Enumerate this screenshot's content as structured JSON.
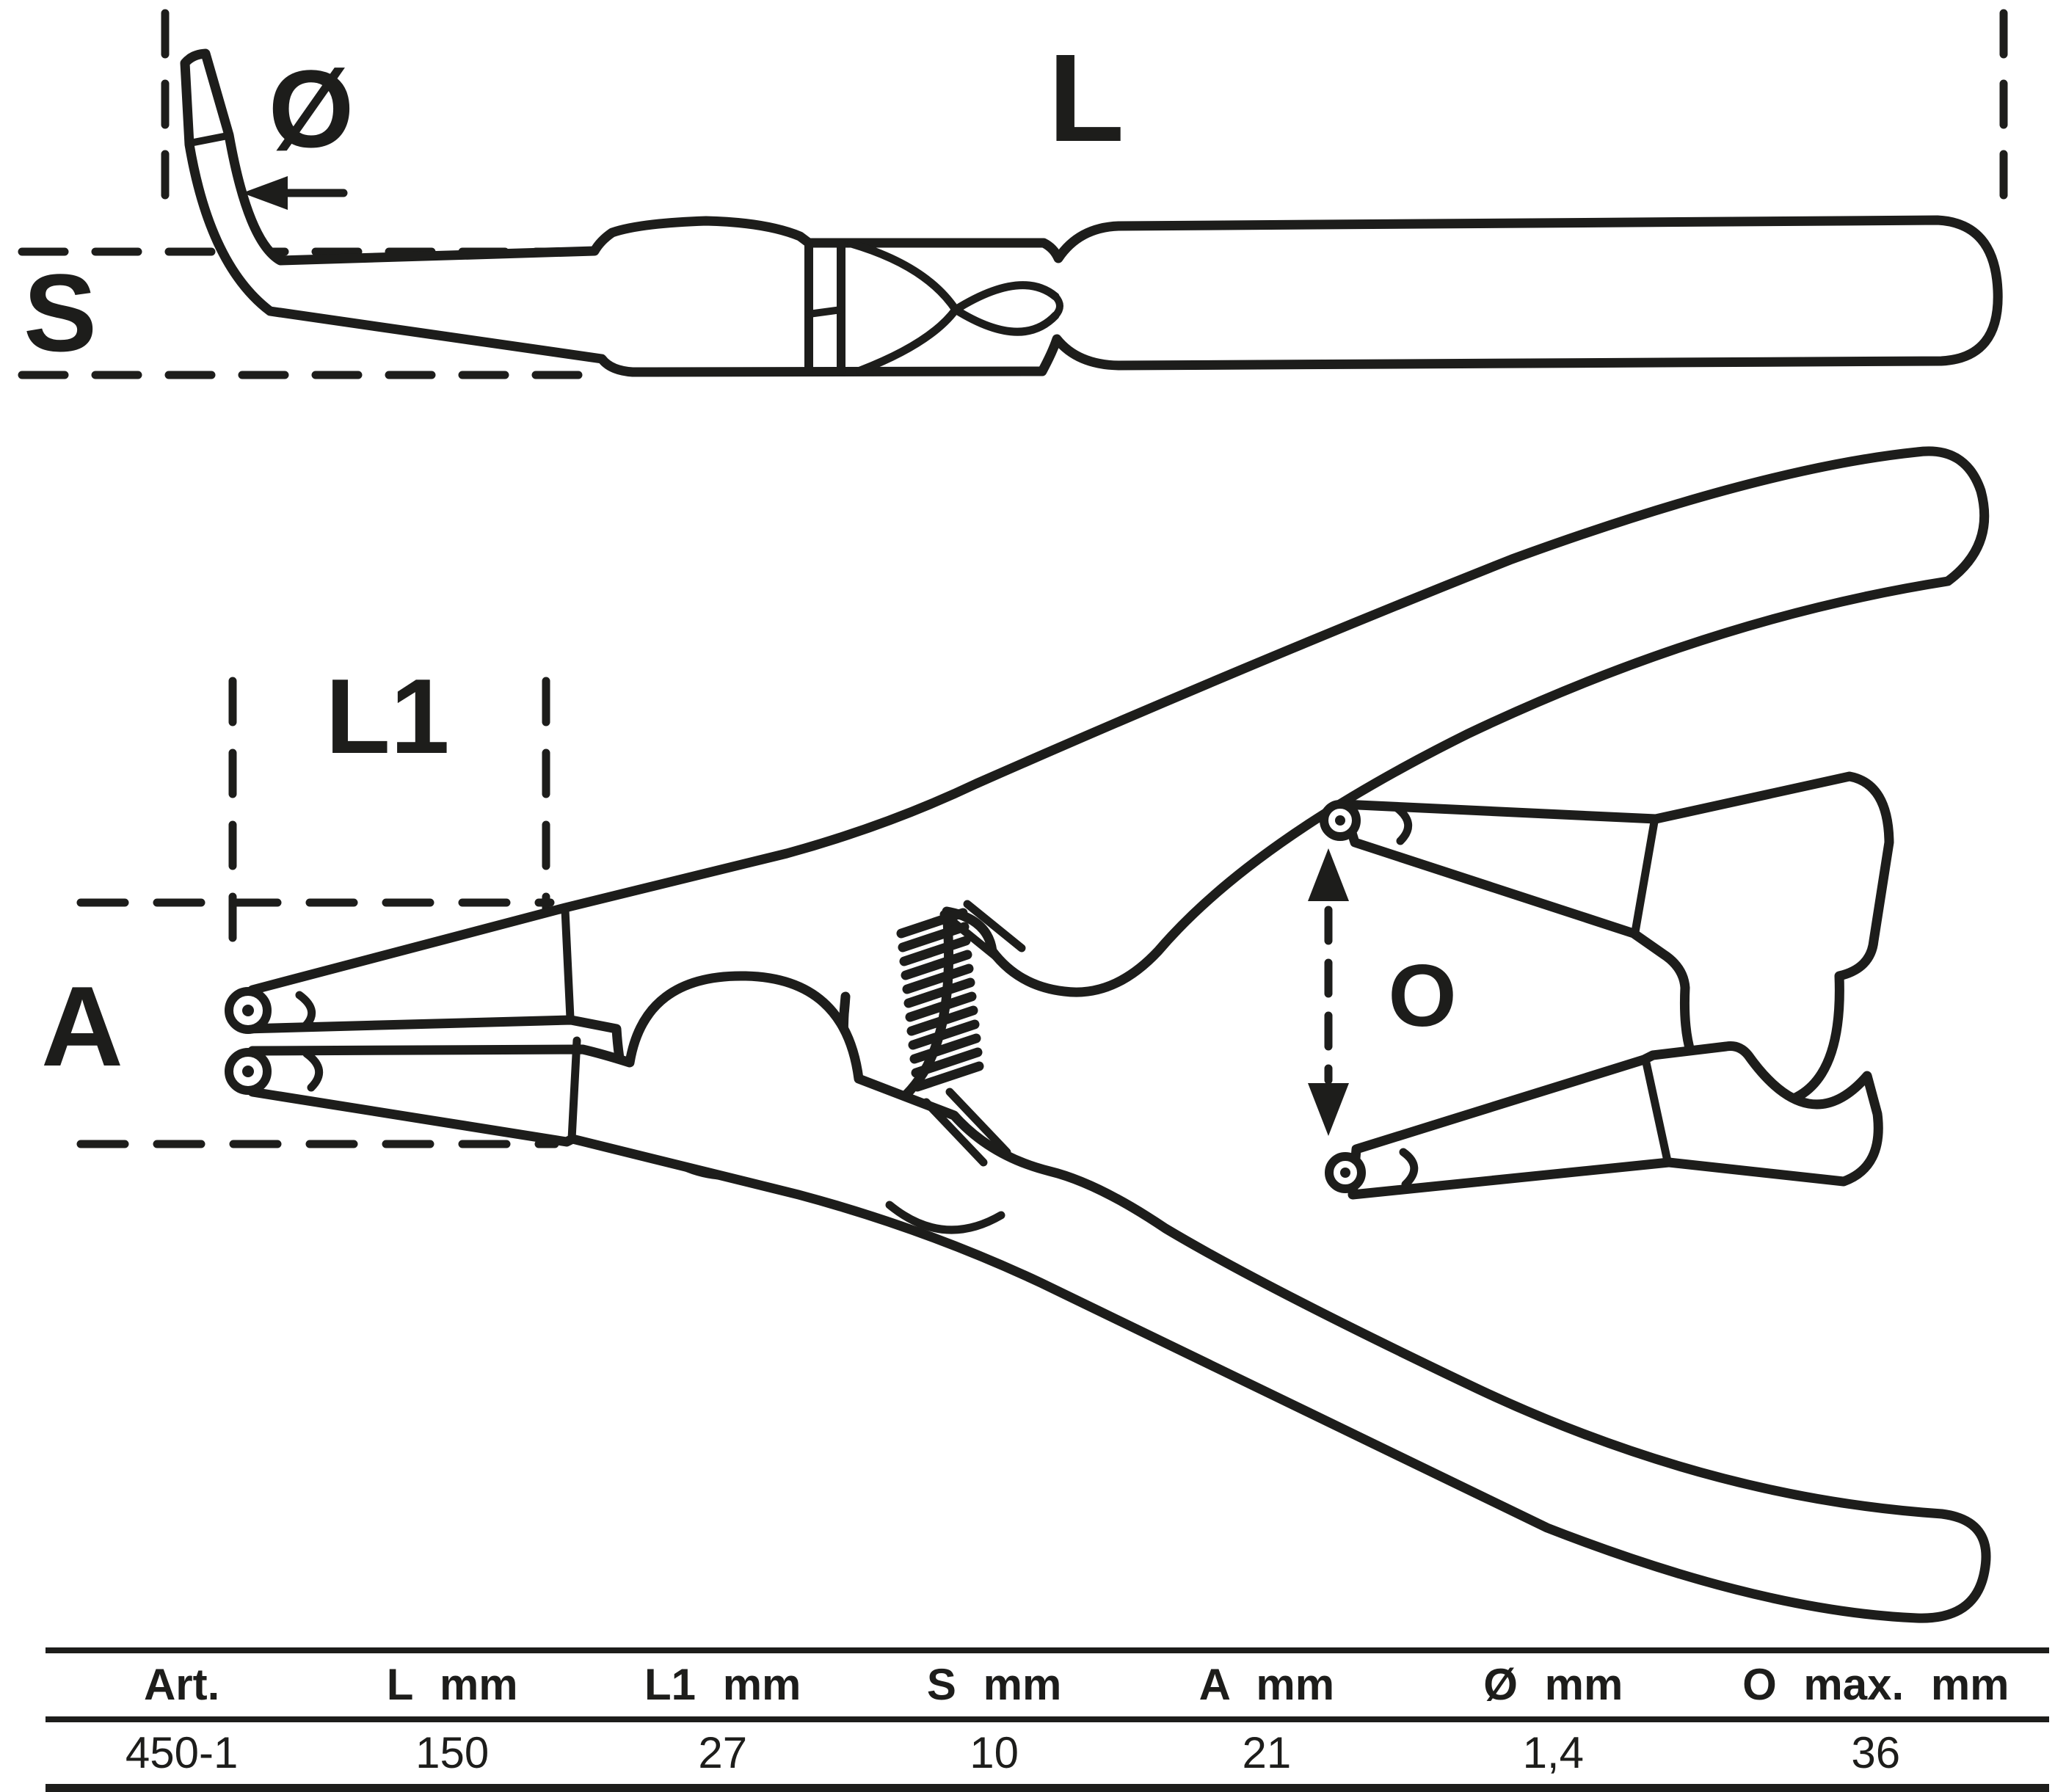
{
  "page": {
    "background": "#ffffff",
    "ink": "#1d1d1b",
    "description": "Technical dimension drawing of internal circlip pliers, bent tip, with specification table"
  },
  "diagram": {
    "labels": {
      "total_length": "L",
      "head_length": "L1",
      "head_thickness": "S",
      "tip_spread": "A",
      "tip_diameter": "Ø",
      "max_opening": "O"
    }
  },
  "table": {
    "headers": [
      "Art.",
      "L mm",
      "L1 mm",
      "S mm",
      "A mm",
      "Ø mm",
      "O max. mm"
    ],
    "rows": [
      [
        "450-1",
        "150",
        "27",
        "10",
        "21",
        "1,4",
        "36"
      ]
    ]
  }
}
